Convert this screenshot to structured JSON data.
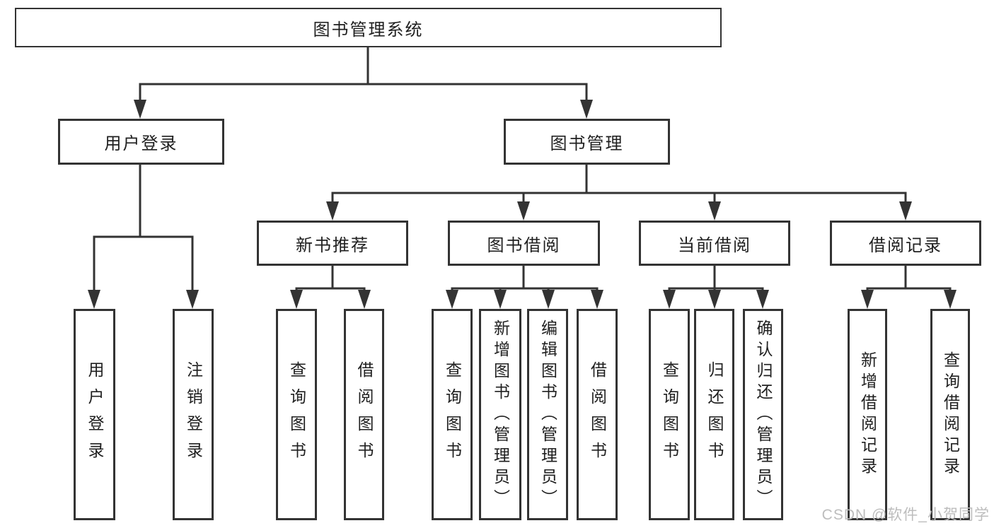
{
  "diagram": {
    "colors": {
      "line": "#333333",
      "box_border": "#333333",
      "box_fill": "#ffffff",
      "text": "#1f1f1f"
    },
    "root": {
      "label": "图书管理系统",
      "children": [
        {
          "label": "用户登录",
          "children": [
            {
              "label": "用户登录"
            },
            {
              "label": "注销登录"
            }
          ]
        },
        {
          "label": "图书管理",
          "children": [
            {
              "label": "新书推荐",
              "children": [
                {
                  "label": "查询图书"
                },
                {
                  "label": "借阅图书"
                }
              ]
            },
            {
              "label": "图书借阅",
              "children": [
                {
                  "label": "查询图书"
                },
                {
                  "label": "新增图书（管理员）"
                },
                {
                  "label": "编辑图书（管理员）"
                },
                {
                  "label": "借阅图书"
                }
              ]
            },
            {
              "label": "当前借阅",
              "children": [
                {
                  "label": "查询图书"
                },
                {
                  "label": "归还图书"
                },
                {
                  "label": "确认归还（管理员）"
                }
              ]
            },
            {
              "label": "借阅记录",
              "children": [
                {
                  "label": "新增借阅记录"
                },
                {
                  "label": "查询借阅记录"
                }
              ]
            }
          ]
        }
      ]
    }
  },
  "watermark": {
    "text": "CSDN @软件_小贺同学",
    "color": "#bdbdbd"
  }
}
